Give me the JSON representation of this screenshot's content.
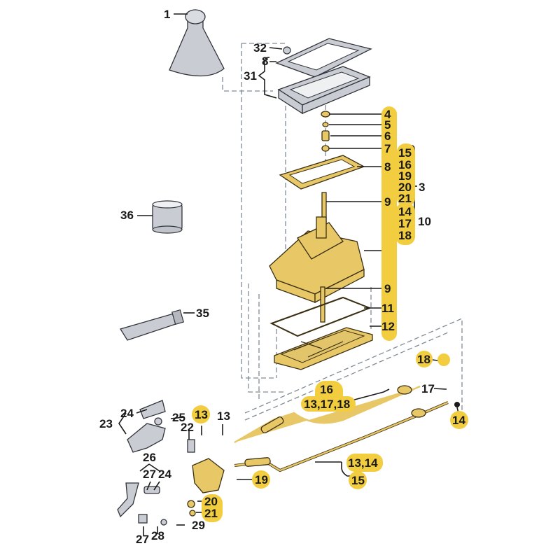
{
  "diagram": {
    "accent_color": "#f2cd3f",
    "labels": {
      "l1": "1",
      "l32": "32",
      "l8a": "8",
      "l31": "31",
      "l4": "4",
      "l5": "5",
      "l6": "6",
      "l7": "7",
      "l8b": "8",
      "l15a": "15",
      "l16a": "16",
      "l19a": "19",
      "l20a": "20",
      "l21a": "21",
      "l3": "3",
      "l9a": "9",
      "l14a": "14",
      "l17a": "17",
      "l18a": "18",
      "l10": "10",
      "l36": "36",
      "l9b": "9",
      "l11": "11",
      "l12": "12",
      "l35": "35",
      "l18b": "18",
      "l16b": "16",
      "l131718": "13,17,18",
      "l17b": "17",
      "l14b": "14",
      "l24a": "24",
      "l23": "23",
      "l25": "25",
      "l13a": "13",
      "l22": "22",
      "l13b": "13",
      "l26": "26",
      "l27a": "27",
      "l24b": "24",
      "l19b": "19",
      "l1314": "13,14",
      "l15b": "15",
      "l20b": "20",
      "l21b": "21",
      "l29": "29",
      "l27b": "27",
      "l28": "28"
    }
  }
}
